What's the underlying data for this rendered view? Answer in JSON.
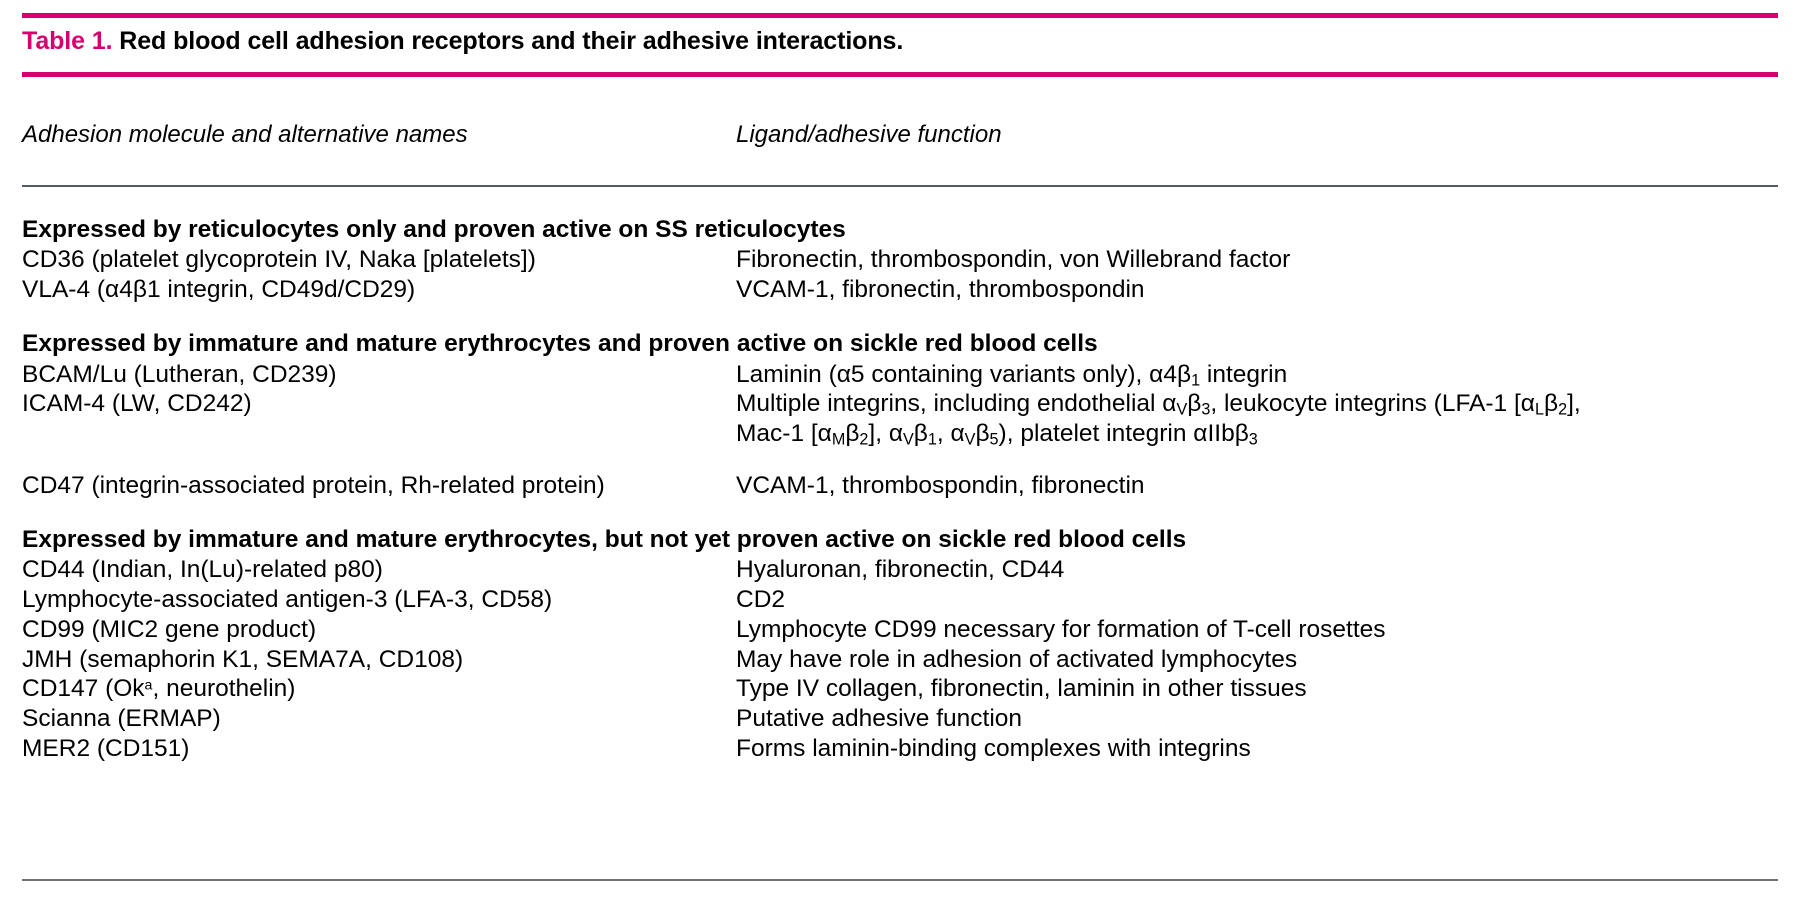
{
  "accent_color": "#D6006E",
  "rule_color": "#555a5e",
  "caption": {
    "label": "Table 1.",
    "text": "Red blood cell adhesion receptors and their adhesive interactions."
  },
  "columns": {
    "left_header": "Adhesion molecule and alternative names",
    "right_header": "Ligand/adhesive function"
  },
  "groups": [
    {
      "title": "Expressed by reticulocytes only and proven active on SS reticulocytes",
      "rows": [
        {
          "molecule_pre": "CD36 (platelet glycoprotein IV, Naka [platelets])",
          "ligand_line1": "Fibronectin, thrombospondin, von Willebrand factor"
        },
        {
          "molecule_pre": "VLA-4 (α4β1 integrin, CD49d/CD29)",
          "ligand_line1": "VCAM-1, fibronectin, thrombospondin"
        }
      ]
    },
    {
      "title": "Expressed by immature and mature erythrocytes and proven active on sickle red blood cells",
      "rows": [
        {
          "molecule_pre": "BCAM/Lu (Lutheran, CD239)",
          "ligand_line1": "Laminin (α5 containing variants only), α4β",
          "ligand_line1_sub": "1",
          "ligand_line1_post": " integrin"
        },
        {
          "molecule_pre": "ICAM-4 (LW, CD242)",
          "ligand_line1_a": "Multiple integrins, including endothelial α",
          "ligand_line1_sub_a": "V",
          "ligand_line1_b": "β",
          "ligand_line1_sub_b": "3",
          "ligand_line1_c": ", leukocyte integrins (LFA-1 [α",
          "ligand_line1_sub_c": "L",
          "ligand_line1_d": "β",
          "ligand_line1_sub_d": "2",
          "ligand_line1_e": "],",
          "ligand_line2_a": "Mac-1 [α",
          "ligand_line2_sub_a": "M",
          "ligand_line2_b": "β",
          "ligand_line2_sub_b": "2",
          "ligand_line2_c": "], α",
          "ligand_line2_sub_c": "V",
          "ligand_line2_d": "β",
          "ligand_line2_sub_d": "1",
          "ligand_line2_e": ", α",
          "ligand_line2_sub_e": "V",
          "ligand_line2_f": "β",
          "ligand_line2_sub_f": "5",
          "ligand_line2_g": "), platelet integrin αIIbβ",
          "ligand_line2_sub_g": "3"
        },
        {
          "molecule_pre": "CD47 (integrin-associated protein, Rh-related protein)",
          "ligand_line1": "VCAM-1, thrombospondin, fibronectin"
        }
      ]
    },
    {
      "title": "Expressed by immature and mature erythrocytes, but not yet proven active on sickle red blood cells",
      "rows": [
        {
          "molecule_pre": "CD44 (Indian, In(Lu)-related p80)",
          "ligand_line1": "Hyaluronan, fibronectin, CD44"
        },
        {
          "molecule_pre": "Lymphocyte-associated antigen-3 (LFA-3, CD58)",
          "ligand_line1": "CD2"
        },
        {
          "molecule_pre": "CD99 (MIC2 gene product)",
          "ligand_line1": "Lymphocyte CD99 necessary for formation of T-cell rosettes"
        },
        {
          "molecule_pre": "JMH (semaphorin K1, SEMA7A, CD108)",
          "ligand_line1": "May have role in adhesion of activated lymphocytes"
        },
        {
          "molecule_pre": "CD147 (Ok",
          "molecule_sup": "a",
          "molecule_post": ", neurothelin)",
          "ligand_line1": "Type IV collagen, fibronectin, laminin in other tissues"
        },
        {
          "molecule_pre": "Scianna (ERMAP)",
          "ligand_line1": "Putative adhesive function"
        },
        {
          "molecule_pre": "MER2 (CD151)",
          "ligand_line1": "Forms laminin-binding complexes with integrins"
        }
      ]
    }
  ]
}
